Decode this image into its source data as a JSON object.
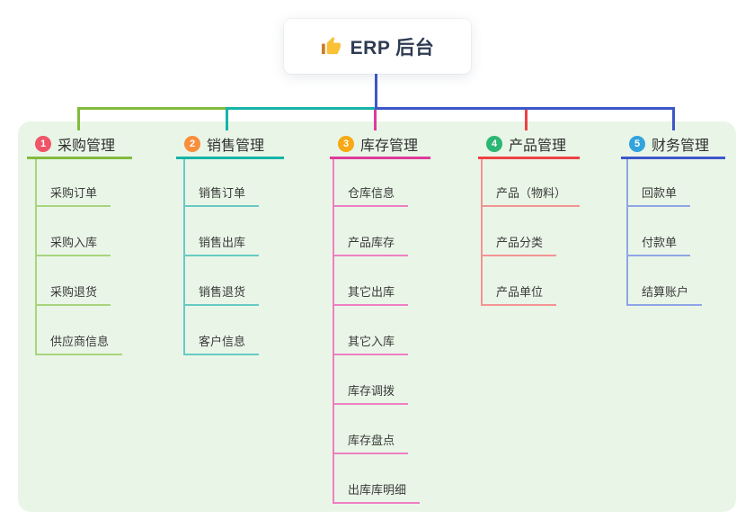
{
  "root": {
    "label": "ERP 后台",
    "icon": "thumbs-up"
  },
  "canvas": {
    "background": "#ffffff",
    "panel_background": "#e9f6e7"
  },
  "connector_color": "#3d57c9",
  "branches": [
    {
      "num": "1",
      "label": "采购管理",
      "badge_color": "#f05468",
      "line_color": "#82bb3d",
      "child_line_color": "#a9d47e",
      "children": [
        "采购订单",
        "采购入库",
        "采购退货",
        "供应商信息"
      ]
    },
    {
      "num": "2",
      "label": "销售管理",
      "badge_color": "#f98e3d",
      "line_color": "#16b3a8",
      "child_line_color": "#67cac3",
      "children": [
        "销售订单",
        "销售出库",
        "销售退货",
        "客户信息"
      ]
    },
    {
      "num": "3",
      "label": "库存管理",
      "badge_color": "#f7a916",
      "line_color": "#df3a9b",
      "child_line_color": "#ee7fc3",
      "children": [
        "仓库信息",
        "产品库存",
        "其它出库",
        "其它入库",
        "库存调拨",
        "库存盘点",
        "出库库明细"
      ]
    },
    {
      "num": "4",
      "label": "产品管理",
      "badge_color": "#2bb673",
      "line_color": "#ee4145",
      "child_line_color": "#f49394",
      "children": [
        "产品（物料）",
        "产品分类",
        "产品单位"
      ]
    },
    {
      "num": "5",
      "label": "财务管理",
      "badge_color": "#33a3dd",
      "line_color": "#3d57c9",
      "child_line_color": "#8fa5e6",
      "children": [
        "回款单",
        "付款单",
        "结算账户"
      ]
    }
  ]
}
